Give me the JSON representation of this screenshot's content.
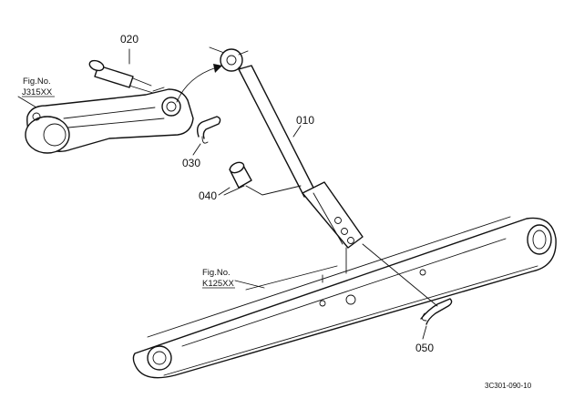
{
  "diagram": {
    "part_labels": [
      "020",
      "010",
      "030",
      "040",
      "050"
    ],
    "fig_refs": [
      {
        "label": "Fig.No.",
        "code": "J315XX"
      },
      {
        "label": "Fig.No.",
        "code": "K125XX"
      }
    ],
    "drawing_code": "3C301-090-10"
  }
}
